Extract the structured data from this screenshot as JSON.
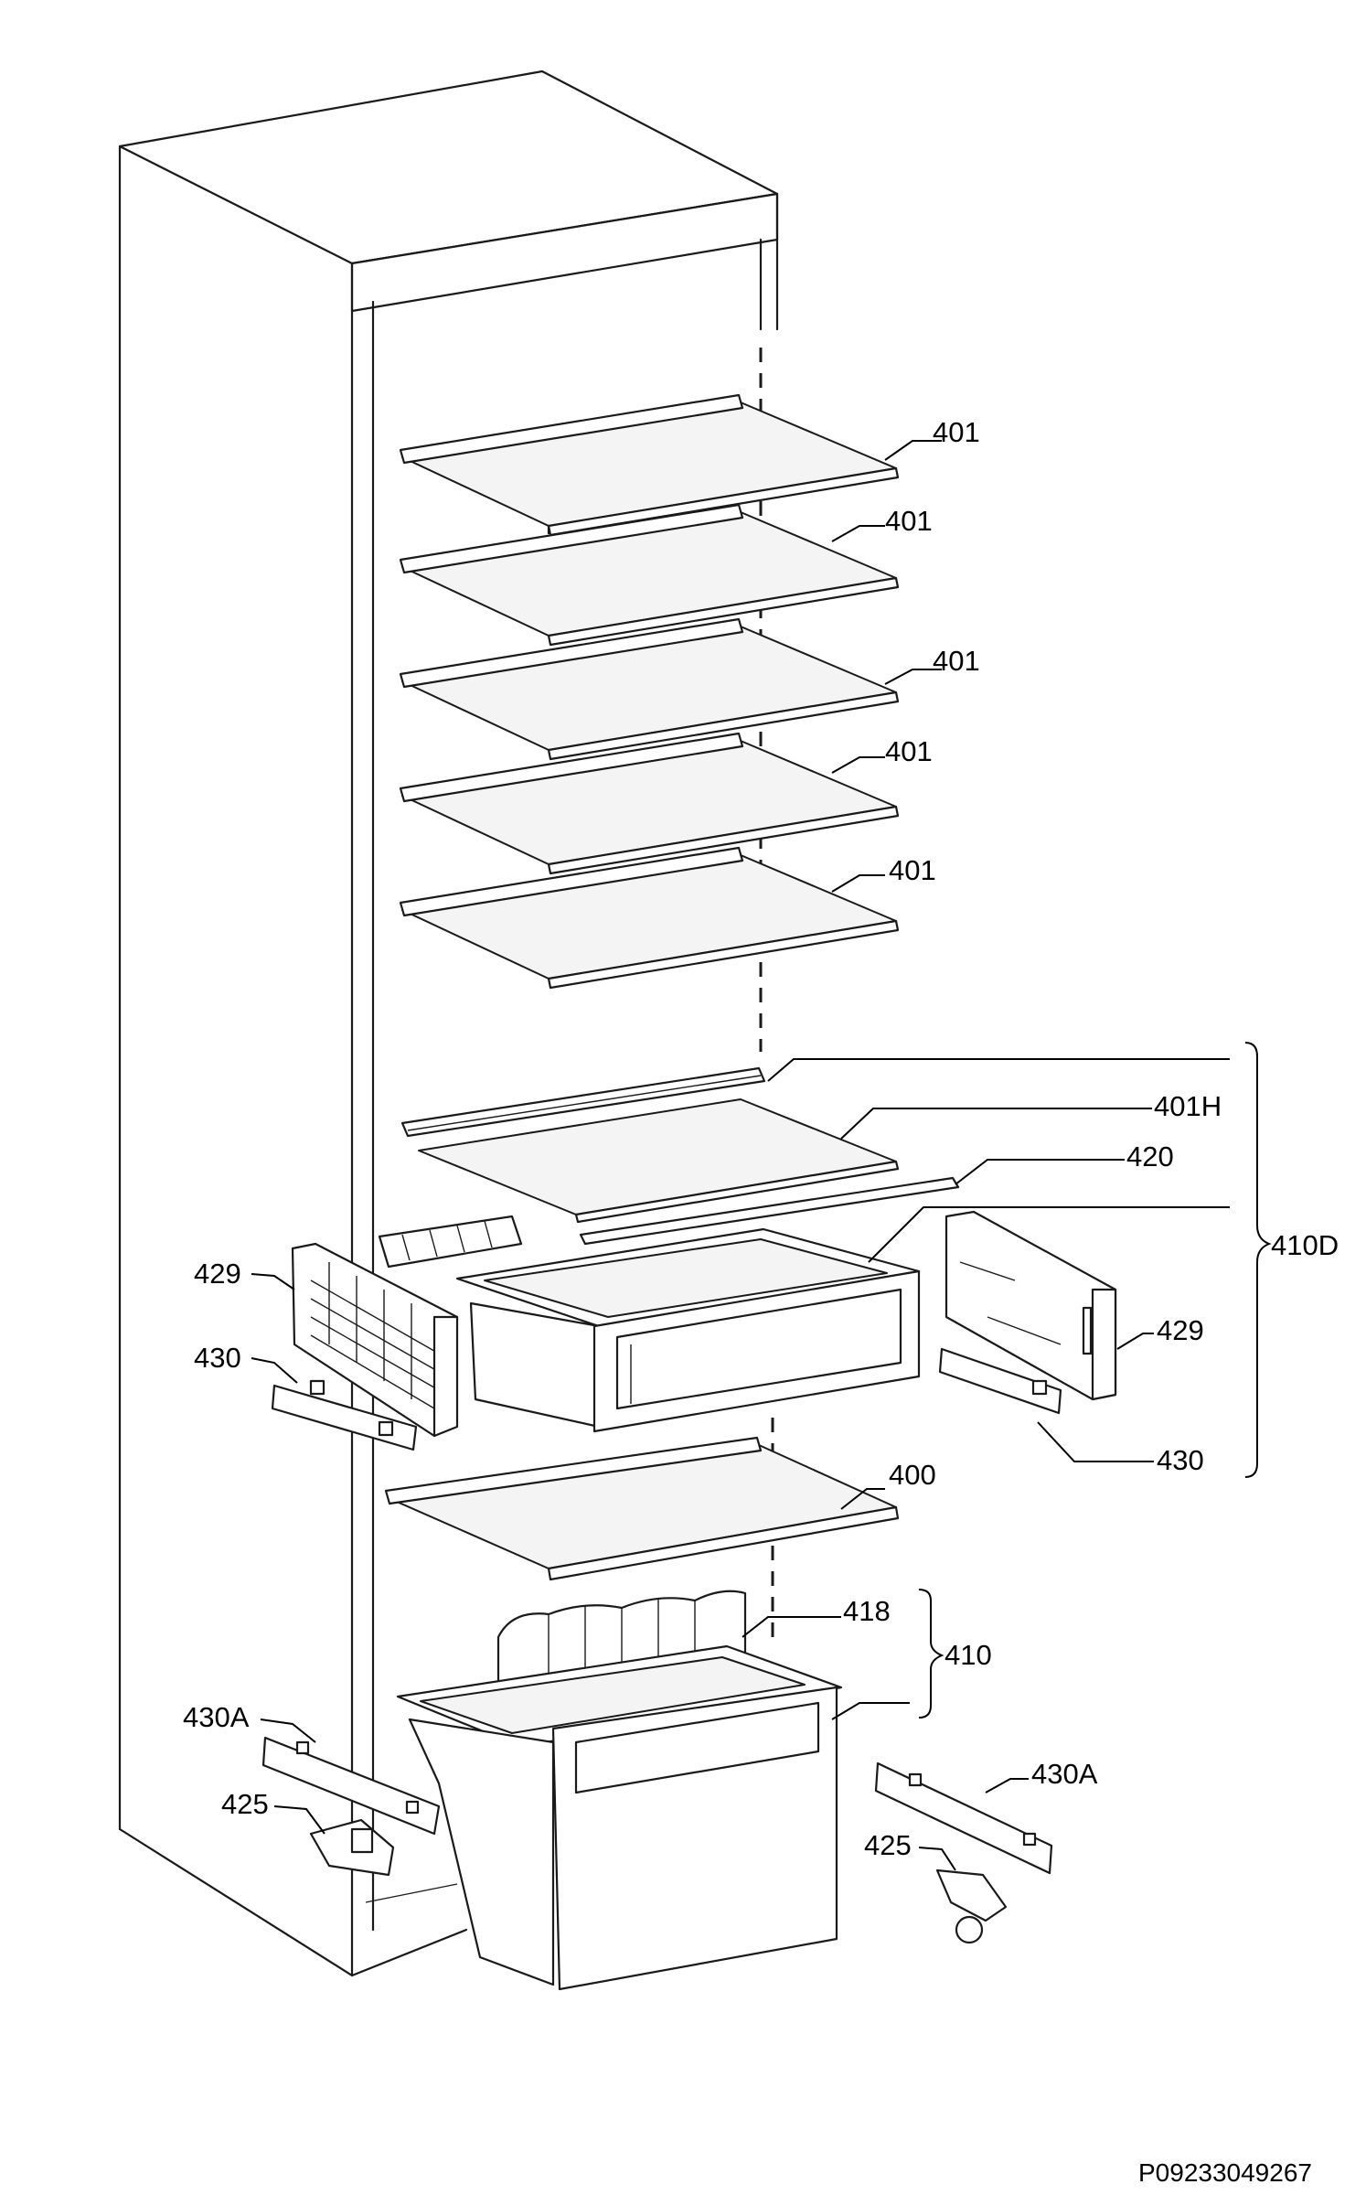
{
  "labels": {
    "shelf1": "401",
    "shelf2": "401",
    "shelf3": "401",
    "shelf4": "401",
    "shelf5": "401",
    "glass_cover": "401H",
    "front_strip": "420",
    "crisper_group": "410D",
    "cover_left": "429",
    "cover_right": "429",
    "rail_left": "430",
    "rail_right": "430",
    "bottom_shelf": "400",
    "divider": "418",
    "drawer_group": "410",
    "slide_left": "430A",
    "slide_right": "430A",
    "catch_left": "425",
    "catch_right": "425"
  },
  "document_code": "P09233049267"
}
